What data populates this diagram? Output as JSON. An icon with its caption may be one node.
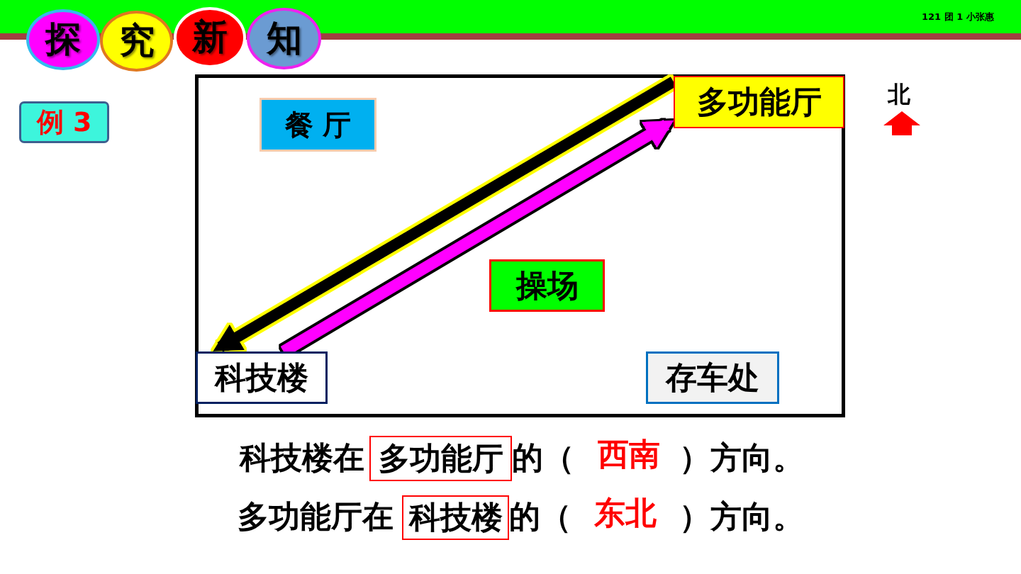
{
  "diagram": {
    "nodes": [
      {
        "text": [
          "探"
        ]
      },
      {
        "text": [
          "究"
        ]
      },
      {
        "text": [
          "新"
        ]
      },
      {
        "text": [
          "知"
        ]
      },
      {
        "text": [
          "例 3"
        ]
      },
      {
        "text": [],
        "shape": "box"
      },
      {
        "text": [
          "餐 厅"
        ],
        "in": 5
      },
      {
        "text": [
          "多功能厅"
        ],
        "in": 5
      },
      {
        "text": [
          "操场"
        ],
        "in": 5
      },
      {
        "text": [
          "科技楼"
        ],
        "in": 5
      },
      {
        "text": [
          "存车处"
        ],
        "in": 5
      },
      {
        "text": [
          "多功能厅"
        ]
      },
      {
        "text": [
          "科技楼"
        ]
      }
    ],
    "edges": [
      {
        "from": 7,
        "to": 9,
        "arrow": "to",
        "color": "#000000"
      },
      {
        "from": 9,
        "to": 7,
        "arrow": "to",
        "color": "#ff00ff"
      }
    ],
    "labels": [
      "121 团 1 小张惠",
      "北",
      "科技楼在",
      "的（",
      "西南",
      "）方向。",
      "多功能厅在",
      "的（",
      "东北",
      "）方向。"
    ]
  }
}
